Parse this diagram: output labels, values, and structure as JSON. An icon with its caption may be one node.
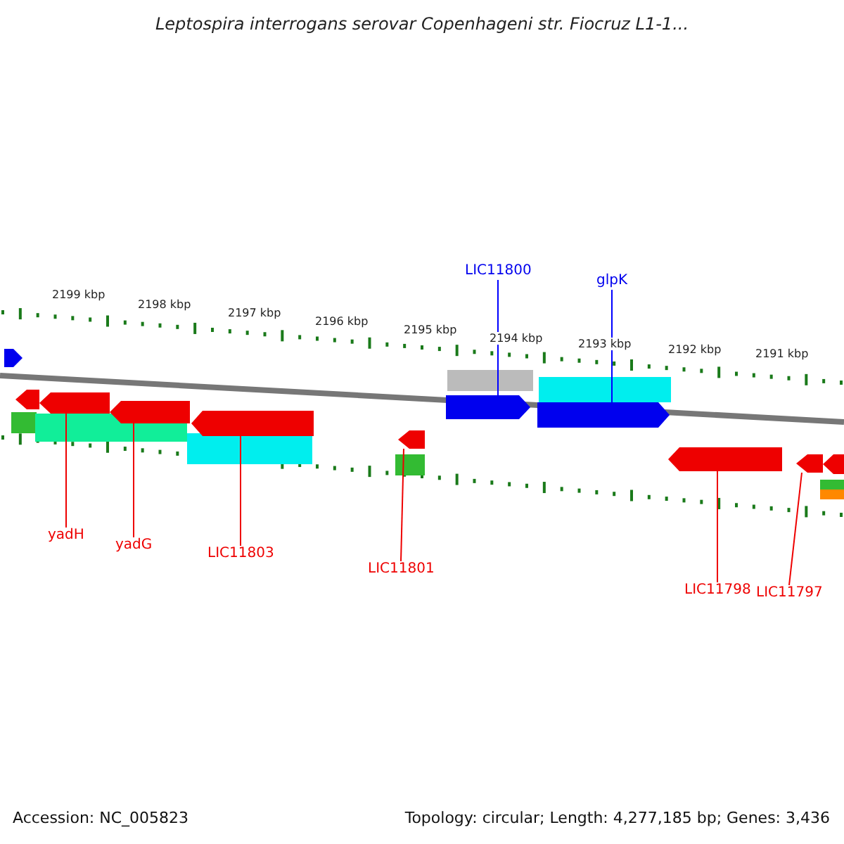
{
  "diagram": {
    "title": "Leptospira interrogans serovar Copenhageni str. Fiocruz L1-1...",
    "nodes": [
      {
        "text": [
          "LIC11800"
        ]
      },
      {
        "text": [
          "glpK"
        ]
      },
      {
        "text": [
          "yadH"
        ]
      },
      {
        "text": [
          "yadG"
        ]
      },
      {
        "text": [
          "LIC11803"
        ]
      },
      {
        "text": [
          "LIC11801"
        ]
      },
      {
        "text": [
          "LIC11798"
        ]
      },
      {
        "text": [
          "LIC11797"
        ]
      },
      {
        "text": [],
        "shape": "bar"
      },
      {
        "text": [],
        "shape": "bar"
      },
      {
        "text": [],
        "shape": "bar"
      },
      {
        "text": [],
        "shape": "bar"
      },
      {
        "text": [],
        "shape": "bar"
      },
      {
        "text": [],
        "shape": "bar"
      },
      {
        "text": [],
        "shape": "bar"
      },
      {
        "text": [],
        "shape": "bar"
      }
    ],
    "edges": [
      {
        "from": 0,
        "to": 8,
        "arrow": "none",
        "color": "#0000ff"
      },
      {
        "from": 1,
        "to": 9,
        "arrow": "none",
        "color": "#0000ff"
      },
      {
        "from": 2,
        "to": 10,
        "arrow": "none"
      },
      {
        "from": 3,
        "to": 11,
        "arrow": "none"
      },
      {
        "from": 4,
        "to": 12,
        "arrow": "none"
      },
      {
        "from": 5,
        "to": 13,
        "arrow": "none"
      },
      {
        "from": 6,
        "to": 14,
        "arrow": "none"
      },
      {
        "from": 7,
        "to": 15,
        "arrow": "none"
      }
    ],
    "labels": [
      "2199 kbp",
      "2198 kbp",
      "2197 kbp",
      "2196 kbp",
      "2195 kbp",
      "2194 kbp",
      "2193 kbp",
      "2192 kbp",
      "2191 kbp",
      "Accession: NC_005823",
      "Topology: circular; Length: 4,277,185 bp; Genes: 3,436"
    ]
  }
}
